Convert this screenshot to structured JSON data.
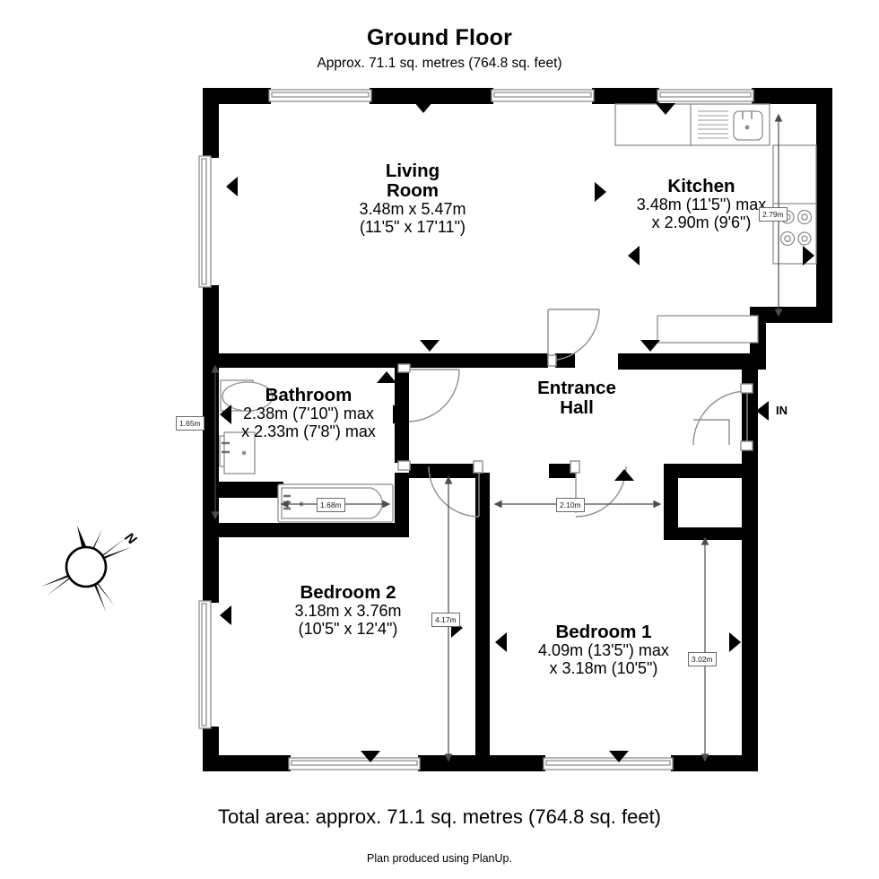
{
  "header": {
    "title": "Ground Floor",
    "subtitle": "Approx. 71.1 sq. metres (764.8 sq. feet)"
  },
  "footer": {
    "total_area": "Total area: approx. 71.1 sq. metres (764.8 sq. feet)",
    "credit": "Plan produced using PlanUp."
  },
  "rooms": [
    {
      "id": "living-room",
      "name": "Living",
      "name2": "Room",
      "dim_metric": "3.48m x 5.47m",
      "dim_imperial": "(11'5\" x 17'11\")"
    },
    {
      "id": "kitchen",
      "name": "Kitchen",
      "dim_metric": "3.48m (11'5\") max",
      "dim_imperial": "x 2.90m (9'6\")"
    },
    {
      "id": "bathroom",
      "name": "Bathroom",
      "dim_metric": "2.38m (7'10\") max",
      "dim_imperial": "x 2.33m (7'8\") max"
    },
    {
      "id": "entrance-hall",
      "name": "Entrance",
      "name2": "Hall"
    },
    {
      "id": "bedroom-2",
      "name": "Bedroom 2",
      "dim_metric": "3.18m x 3.76m",
      "dim_imperial": "(10'5\" x 12'4\")"
    },
    {
      "id": "bedroom-1",
      "name": "Bedroom 1",
      "dim_metric": "4.09m (13'5\") max",
      "dim_imperial": "x 3.18m (10'5\")"
    }
  ],
  "dimension_tags": [
    {
      "id": "kitchen-depth",
      "value": "2.79m"
    },
    {
      "id": "bathroom-left",
      "value": "1.65m"
    },
    {
      "id": "bath-length",
      "value": "1.68m"
    },
    {
      "id": "hall-width",
      "value": "2.10m"
    },
    {
      "id": "bedroom2-length",
      "value": "4.17m"
    },
    {
      "id": "bedroom1-depth",
      "value": "3.02m"
    }
  ],
  "annotations": {
    "entrance_marker": "IN",
    "compass_north": "N"
  },
  "colors": {
    "wall": "#000000",
    "floor": "#ffffff",
    "fixture_line": "#8f8f8f",
    "dim_line": "#4d4d4d",
    "tag_border": "#6b6b6b",
    "text": "#000000"
  }
}
